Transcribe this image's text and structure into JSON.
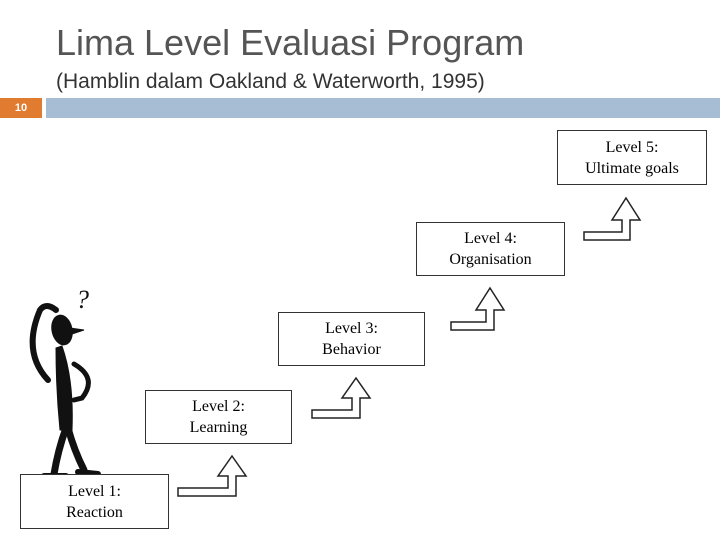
{
  "title": "Lima Level Evaluasi Program",
  "subtitle": "(Hamblin dalam Oakland & Waterworth, 1995)",
  "slide_number": "10",
  "figure": {
    "question_mark": "?"
  },
  "levels": [
    {
      "label": "Level 1:",
      "text": "Reaction"
    },
    {
      "label": "Level 2:",
      "text": "Learning"
    },
    {
      "label": "Level 3:",
      "text": "Behavior"
    },
    {
      "label": "Level 4:",
      "text": "Organisation"
    },
    {
      "label": "Level 5:",
      "text": "Ultimate goals"
    }
  ]
}
